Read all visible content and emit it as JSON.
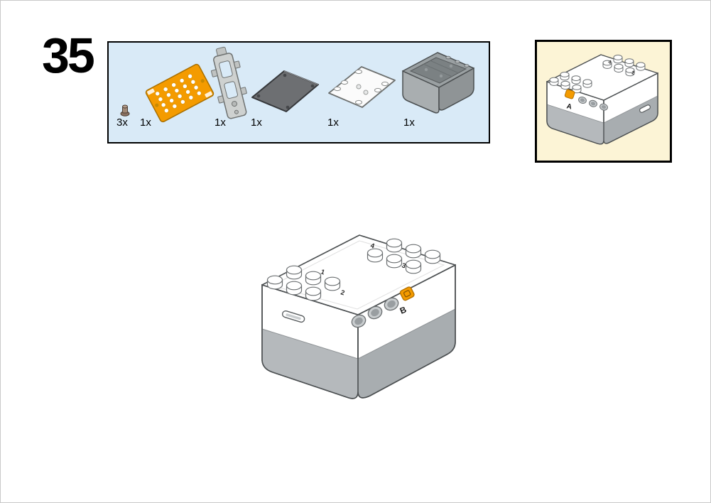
{
  "step": {
    "number": "35"
  },
  "parts_box": {
    "items": [
      {
        "icon": "connector-pin-icon",
        "qty": "3x"
      },
      {
        "icon": "orange-contact-plate-icon",
        "qty": "1x"
      },
      {
        "icon": "battery-frame-icon",
        "qty": "1x"
      },
      {
        "icon": "base-plate-icon",
        "qty": "1x"
      },
      {
        "icon": "stud-plate-icon",
        "qty": "1x"
      },
      {
        "icon": "hub-housing-icon",
        "qty": "1x"
      }
    ]
  },
  "inset_view": {
    "marker": "A"
  },
  "main_view": {
    "marker": "B",
    "port_labels": [
      "1",
      "2",
      "3",
      "4"
    ]
  },
  "colors": {
    "accent_orange": "#f49b00",
    "parts_box_bg": "#d9eaf7",
    "inset_bg": "#fcf4d6",
    "hub_gray_light": "#b5b9bc",
    "hub_gray_dark": "#a8adb0"
  }
}
